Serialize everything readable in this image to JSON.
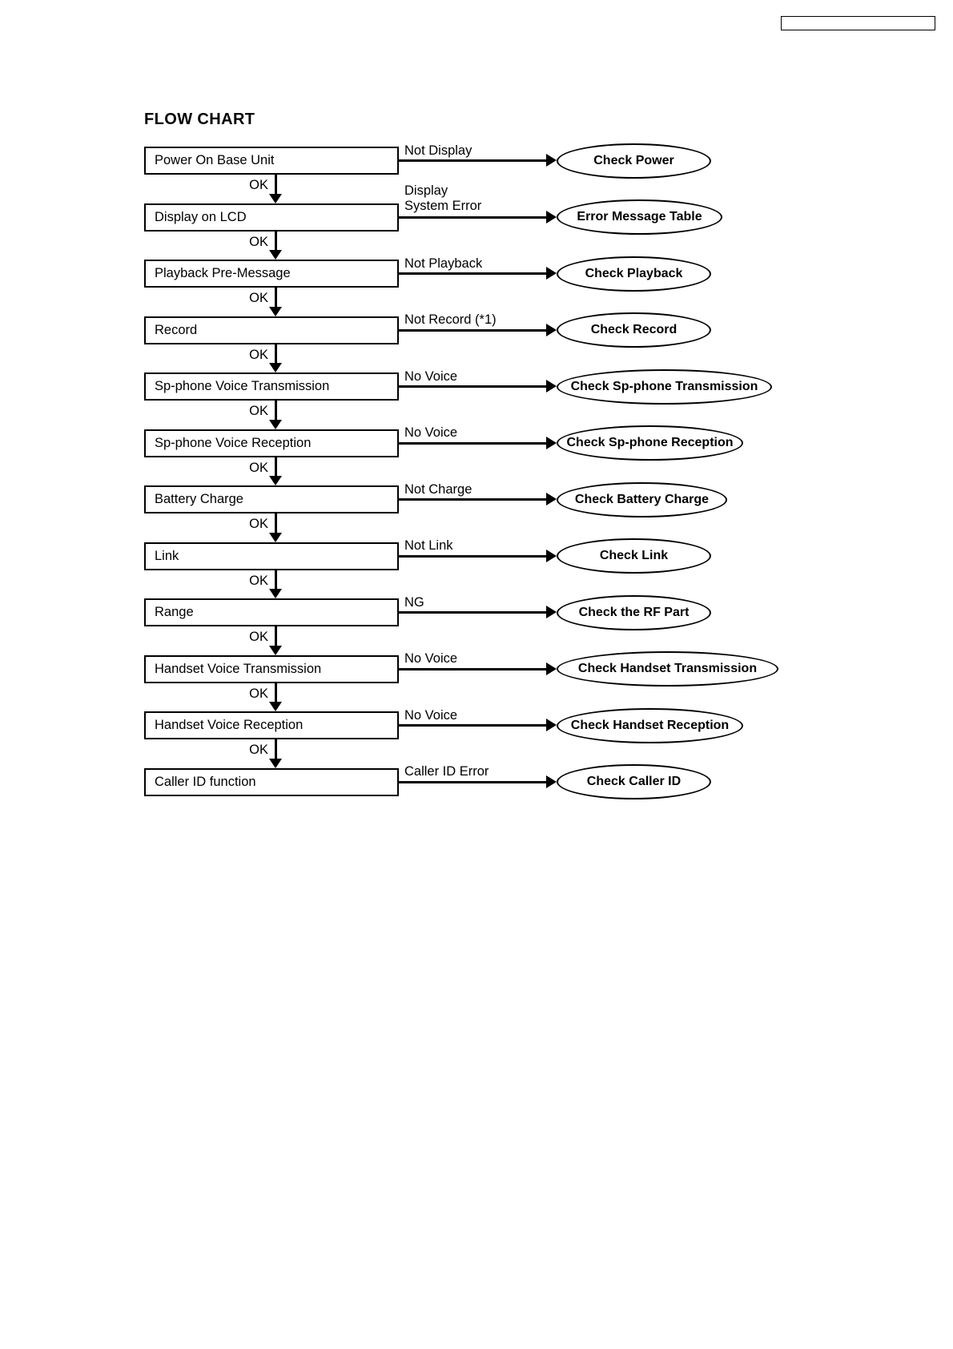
{
  "document": {
    "header_box_label": "",
    "section_title": "FLOW CHART"
  },
  "chart_data": {
    "type": "diagram",
    "diagram_kind": "troubleshooting-flowchart",
    "title": "FLOW CHART",
    "pass_label": "OK",
    "orientation": "top-to-bottom with right-side failure branches",
    "steps": [
      {
        "step": "Power On Base Unit",
        "pass": "OK",
        "fail_label": "Not Display",
        "fail_target": "Check Power"
      },
      {
        "step": "Display on LCD",
        "pass": "OK",
        "fail_label": "Display\nSystem Error",
        "fail_label_line1": "Display",
        "fail_label_line2": "System Error",
        "fail_target": "Error Message Table"
      },
      {
        "step": "Playback Pre-Message",
        "pass": "OK",
        "fail_label": "Not Playback",
        "fail_target": "Check Playback"
      },
      {
        "step": "Record",
        "pass": "OK",
        "fail_label": "Not Record (*1)",
        "fail_target": "Check Record"
      },
      {
        "step": "Sp-phone Voice Transmission",
        "pass": "OK",
        "fail_label": "No Voice",
        "fail_target": "Check Sp-phone Transmission"
      },
      {
        "step": "Sp-phone Voice Reception",
        "pass": "OK",
        "fail_label": "No Voice",
        "fail_target": "Check Sp-phone Reception"
      },
      {
        "step": "Battery Charge",
        "pass": "OK",
        "fail_label": "Not Charge",
        "fail_target": "Check Battery Charge"
      },
      {
        "step": "Link",
        "pass": "OK",
        "fail_label": "Not Link",
        "fail_target": "Check Link"
      },
      {
        "step": "Range",
        "pass": "OK",
        "fail_label": "NG",
        "fail_target": "Check the RF Part"
      },
      {
        "step": "Handset Voice Transmission",
        "pass": "OK",
        "fail_label": "No Voice",
        "fail_target": "Check Handset Transmission"
      },
      {
        "step": "Handset Voice Reception",
        "pass": "OK",
        "fail_label": "No Voice",
        "fail_target": "Check Handset Reception"
      },
      {
        "step": "Caller ID function",
        "pass": "",
        "fail_label": "Caller ID Error",
        "fail_target": "Check Caller ID"
      }
    ]
  },
  "colors": {
    "stroke": "#000000",
    "background": "#ffffff",
    "text": "#000000"
  }
}
